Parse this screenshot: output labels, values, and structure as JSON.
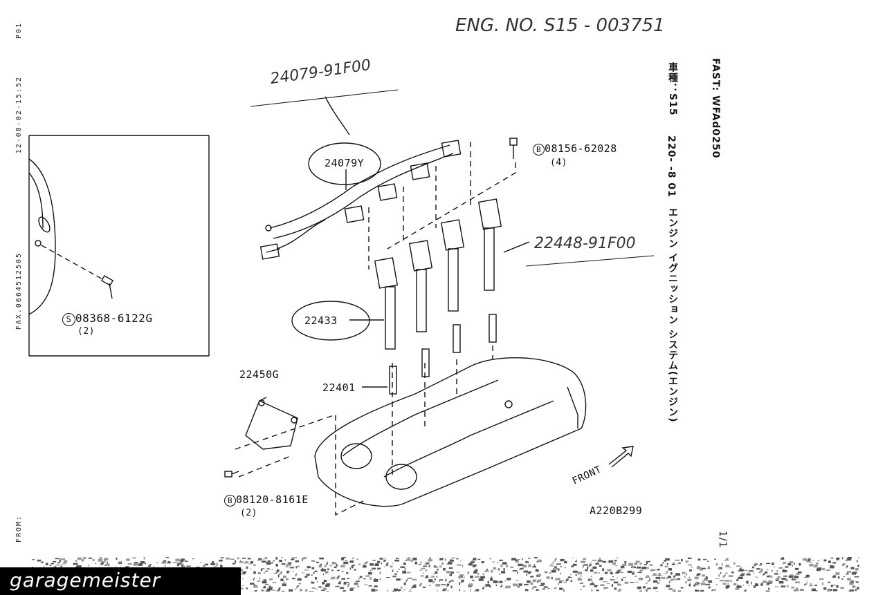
{
  "header": {
    "eng_no_handwritten": "ENG. NO. S15 - 003751",
    "fast_code": "FAST: WFAd0250",
    "model": "車種：S15",
    "section": "220- -8 01",
    "title_jp": "エンジン イグニッション システム(エンジン)",
    "page": "1/1"
  },
  "fax_margin": {
    "page": "P01",
    "timestamp": "12-08-02-15:52",
    "fax_number": "FAX.0664512505",
    "from": "FROM:"
  },
  "diagram": {
    "code": "A220B299",
    "front_label": "FRONT",
    "parts": [
      {
        "id": "harness",
        "number": "24079Y"
      },
      {
        "id": "harness_hand",
        "number": "24079-91F00"
      },
      {
        "id": "bolt_b_top",
        "number": "08156-62028",
        "qty": "(4)",
        "prefix": "B"
      },
      {
        "id": "coil_hand",
        "number": "22448-91F00"
      },
      {
        "id": "coil",
        "number": "22433"
      },
      {
        "id": "bolt_s",
        "number": "08368-6122G",
        "qty": "(2)",
        "prefix": "S"
      },
      {
        "id": "plug",
        "number": "22401"
      },
      {
        "id": "bracket",
        "number": "22450G"
      },
      {
        "id": "bolt_b_bottom",
        "number": "08120-8161E",
        "qty": "(2)",
        "prefix": "B"
      }
    ]
  },
  "logo": {
    "text": "garagemeister"
  }
}
